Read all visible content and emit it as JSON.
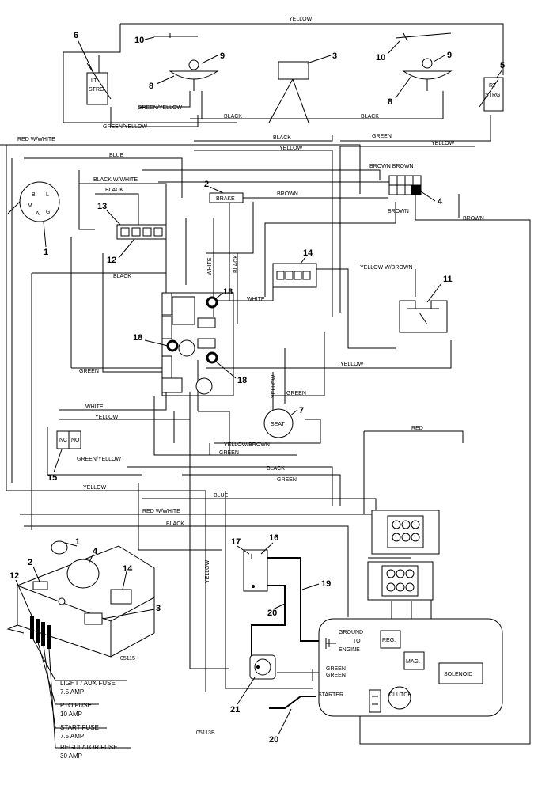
{
  "wire_labels": {
    "yellow_top": "YELLOW",
    "green_yellow_1": "GREEN/YELLOW",
    "black_1": "BLACK",
    "black_2": "BLACK",
    "green_yellow_2": "GREEN/YELLOW",
    "green_1": "GREEN",
    "black_3": "BLACK",
    "yellow_right": "YELLOW",
    "red_white_1": "RED W/WHITE",
    "yellow_2": "YELLOW",
    "blue_1": "BLUE",
    "brown_brown": "BROWN  BROWN",
    "black_white": "BLACK W/WHITE",
    "black_4": "BLACK",
    "brown_1": "BROWN",
    "brown_2": "BROWN",
    "brown_3": "BROWN",
    "white_v": "WHITE",
    "black_v": "BLACK",
    "yellow_w_brown": "YELLOW W/BROWN",
    "black_5": "BLACK",
    "white_2": "WHITE",
    "green_2": "GREEN",
    "yellow_3": "YELLOW",
    "yellow_v": "YELLOW",
    "green_3": "GREEN",
    "white_3": "WHITE",
    "yellow_4": "YELLOW",
    "red_1": "RED",
    "yellow_brown": "YELLOW/BROWN",
    "green_4": "GREEN",
    "green_yellow_3": "GREEN/YELLOW",
    "black_6": "BLACK",
    "green_5": "GREEN",
    "yellow_5": "YELLOW",
    "blue_2": "BLUE",
    "red_white_2": "RED W/WHITE",
    "black_7": "BLACK",
    "yellow_v2": "YELLOW",
    "green_6": "GREEN"
  },
  "component_numbers": {
    "c1": "1",
    "c2": "2",
    "c4": "4",
    "c5": "5",
    "c6": "6",
    "c7": "7",
    "c8a": "8",
    "c8b": "8",
    "c9a": "9",
    "c9b": "9",
    "c10a": "10",
    "c10b": "10",
    "c11": "11",
    "c12": "12",
    "c13": "13",
    "c14": "14",
    "c15": "15",
    "c16": "16",
    "c17": "17",
    "c18a": "18",
    "c18b": "18",
    "c18c": "18",
    "c19": "19",
    "c20a": "20",
    "c20b": "20",
    "c21": "21",
    "c3": "3",
    "d1": "1",
    "d2": "2",
    "d3": "3",
    "d4": "4",
    "d12": "12",
    "d14": "14"
  },
  "component_text": {
    "lt_strg": "LT",
    "lt_strg_2": "STRG",
    "rt_strg": "RT",
    "rt_strg_2": "STRG",
    "brake": "BRAKE",
    "seat": "SEAT",
    "nc": "NC",
    "no": "NO",
    "ground_to_engine_1": "GROUND",
    "ground_to_engine_2": "TO",
    "ground_to_engine_3": "ENGINE",
    "reg": "REG.",
    "mag": "MAG.",
    "solenoid": "SOLENOID",
    "starter": "STARTER",
    "clutch": "CLUTCH",
    "green_engine": "GREEN",
    "key_b": "B",
    "key_l": "L",
    "key_m": "M",
    "key_g": "G",
    "key_a": "A"
  },
  "fuse_labels": [
    {
      "name": "LIGHT / AUX FUSE",
      "amp": "7.5 AMP"
    },
    {
      "name": "PTO FUSE",
      "amp": "10 AMP"
    },
    {
      "name": "START FUSE",
      "amp": "7.5 AMP"
    },
    {
      "name": "REGULATOR FUSE",
      "amp": "30 AMP"
    }
  ],
  "figure_codes": {
    "detail": "05115",
    "main": "05113B"
  }
}
